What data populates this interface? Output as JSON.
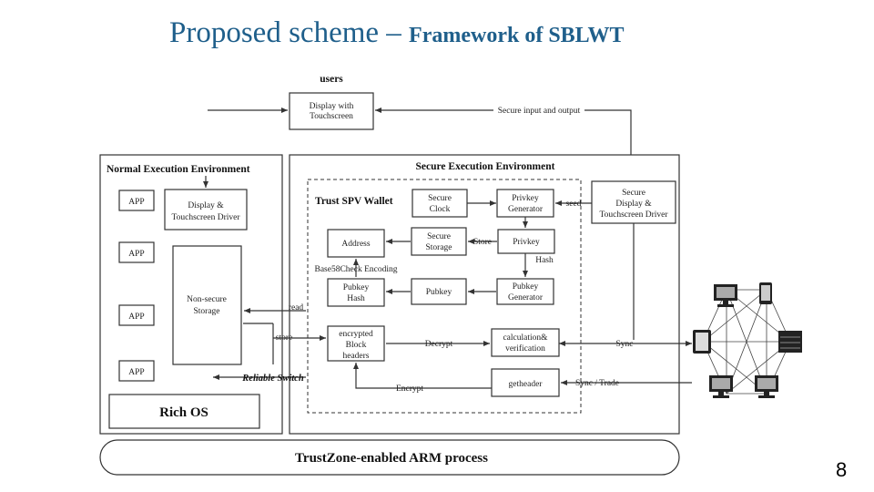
{
  "title": {
    "main": "Proposed scheme",
    "dash": " – ",
    "sub": "Framework of SBLWT"
  },
  "page_number": "8",
  "diagram": {
    "users": "users",
    "display_touch": [
      "Display with",
      "Touchscreen"
    ],
    "secure_io": "Secure input and output",
    "normal_env": "Normal Execution Environment",
    "secure_env": "Secure Execution Environment",
    "trust_wallet": "Trust SPV Wallet",
    "app": "APP",
    "display_driver": [
      "Display &",
      "Touchscreen Driver"
    ],
    "non_secure_storage": [
      "Non-secure",
      "Storage"
    ],
    "rich_os": "Rich OS",
    "secure_clock": [
      "Secure",
      "Clock"
    ],
    "privkey_gen": [
      "Privkey",
      "Generator"
    ],
    "seed": "seed",
    "secure_display_driver": [
      "Secure",
      "Display &",
      "Touchscreen Driver"
    ],
    "address": "Address",
    "secure_storage": [
      "Secure",
      "Storage"
    ],
    "store": "Store",
    "privkey": "Privkey",
    "hash": "Hash",
    "base58": "Base58Check Encoding",
    "pubkey_hash": [
      "Pubkey",
      "Hash"
    ],
    "pubkey": "Pubkey",
    "pubkey_gen": [
      "Pubkey",
      "Generator"
    ],
    "read": "read",
    "store_lower": "store",
    "encrypted_headers": [
      "encrypted",
      "Block",
      "headers"
    ],
    "decrypt": "Decrypt",
    "calc_verif": [
      "calculation&",
      "verification"
    ],
    "sync": "Sync",
    "reliable_switch": "Reliable Switch",
    "getheader": "getheader",
    "sync_trade": "Sync / Trade",
    "encrypt": "Encrypt",
    "trustzone": "TrustZone-enabled ARM process"
  },
  "icons": [
    "monitor-icon",
    "phone-icon",
    "tablet-icon",
    "server-icon"
  ]
}
